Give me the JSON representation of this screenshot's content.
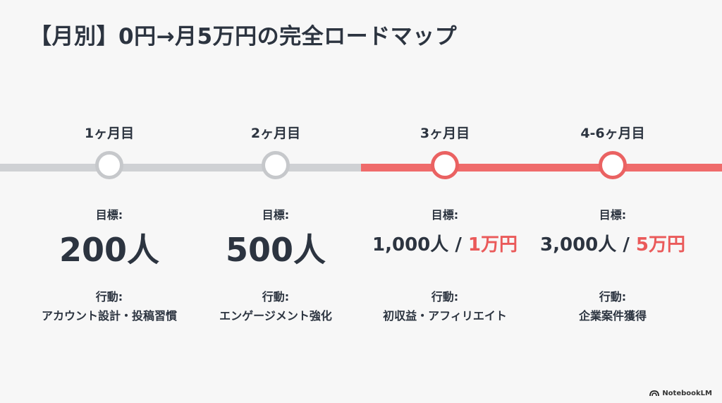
{
  "title": "【月別】0円→月5万円の完全ロードマップ",
  "colors": {
    "past": "#cfd1d4",
    "active": "#ef6b6b",
    "text": "#2c3440",
    "highlight": "#ea5a5a"
  },
  "milestones": [
    {
      "month": "1ヶ月目",
      "goal_label": "目標:",
      "goal": "200人",
      "action_label": "行動:",
      "action": "アカウント設計・投稿習慣"
    },
    {
      "month": "2ヶ月目",
      "goal_label": "目標:",
      "goal": "500人",
      "action_label": "行動:",
      "action": "エンゲージメント強化"
    },
    {
      "month": "3ヶ月目",
      "goal_label": "目標:",
      "goal_people": "1,000人",
      "goal_sep": " / ",
      "goal_income": "1万円",
      "action_label": "行動:",
      "action": "初収益・アフィリエイト"
    },
    {
      "month": "4-6ヶ月目",
      "goal_label": "目標:",
      "goal_people": "3,000人",
      "goal_sep": " / ",
      "goal_income": "5万円",
      "action_label": "行動:",
      "action": "企業案件獲得"
    }
  ],
  "brand": {
    "name": "NotebookLM",
    "icon": "notebooklm-logo-icon"
  }
}
